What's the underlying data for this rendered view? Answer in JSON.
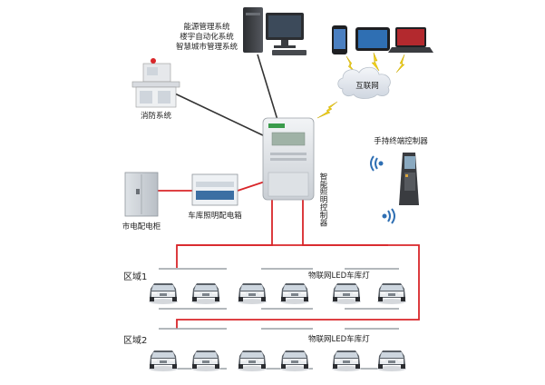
{
  "top_systems": [
    "能源管理系统",
    "楼宇自动化系统",
    "智慧城市管理系统"
  ],
  "fire_system": "消防系统",
  "internet": "互联网",
  "controller": "智能照明控制器",
  "handheld": "手持终端控制器",
  "city_cabinet": "市电配电柜",
  "garage_box": "车库照明配电箱",
  "zone1": "区域1",
  "zone2": "区域2",
  "led_label": "物联网LED车库灯",
  "colors": {
    "wire_red": "#d9262a",
    "wire_black": "#333333",
    "lamp": "#9aa0a6",
    "lightning": "#f2d21a"
  },
  "icons": [
    "computer-icon",
    "smartphone-icon",
    "tablet-icon",
    "laptop-icon",
    "cloud-icon",
    "fire-console-icon",
    "smart-meter-icon",
    "handheld-terminal-icon",
    "cabinet-icon",
    "distribution-box-icon",
    "car-icon",
    "wifi-icon",
    "lightning-icon"
  ]
}
